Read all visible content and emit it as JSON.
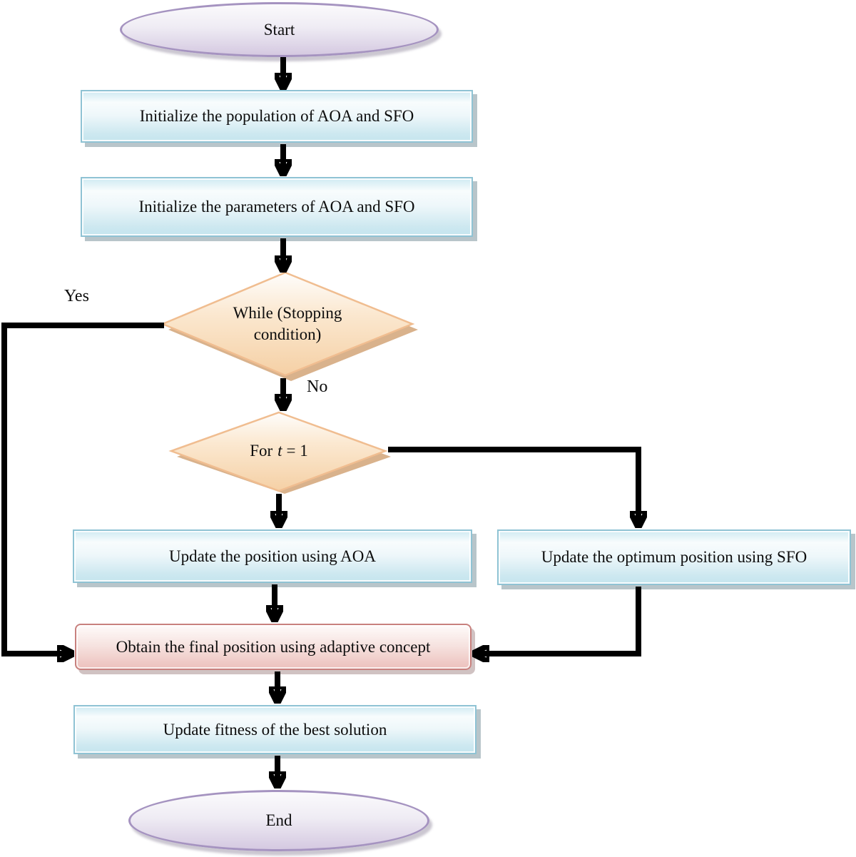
{
  "flowchart": {
    "nodes": {
      "start": {
        "label": "Start"
      },
      "init_population": {
        "label": "Initialize the population of AOA and SFO"
      },
      "init_parameters": {
        "label": "Initialize the parameters of AOA and SFO"
      },
      "while_decision": {
        "lines": [
          "While (Stopping",
          "condition)"
        ]
      },
      "for_decision": {
        "prefix": "For",
        "variable": "t",
        "suffix": "= 1"
      },
      "update_aoa": {
        "label": "Update the position using AOA"
      },
      "update_sfo": {
        "label": "Update the optimum position using SFO"
      },
      "obtain_final": {
        "label": "Obtain the final position using adaptive concept"
      },
      "update_fitness": {
        "label": "Update fitness of the best solution"
      },
      "end": {
        "label": "End"
      }
    },
    "edge_labels": {
      "yes": "Yes",
      "no": "No"
    },
    "colors": {
      "arrow": "#000000",
      "process_border": "#8fc3d4",
      "process_fill": "#cde9f1",
      "decision_border": "#f0bd90",
      "decision_fill": "#f5d0a5",
      "decision_shadow": "#d9b28c",
      "terminator_border": "#a593c0",
      "terminator_fill": "#d5c9e1",
      "highlight_border": "#c8817e",
      "highlight_fill": "#ecc0bc"
    }
  }
}
